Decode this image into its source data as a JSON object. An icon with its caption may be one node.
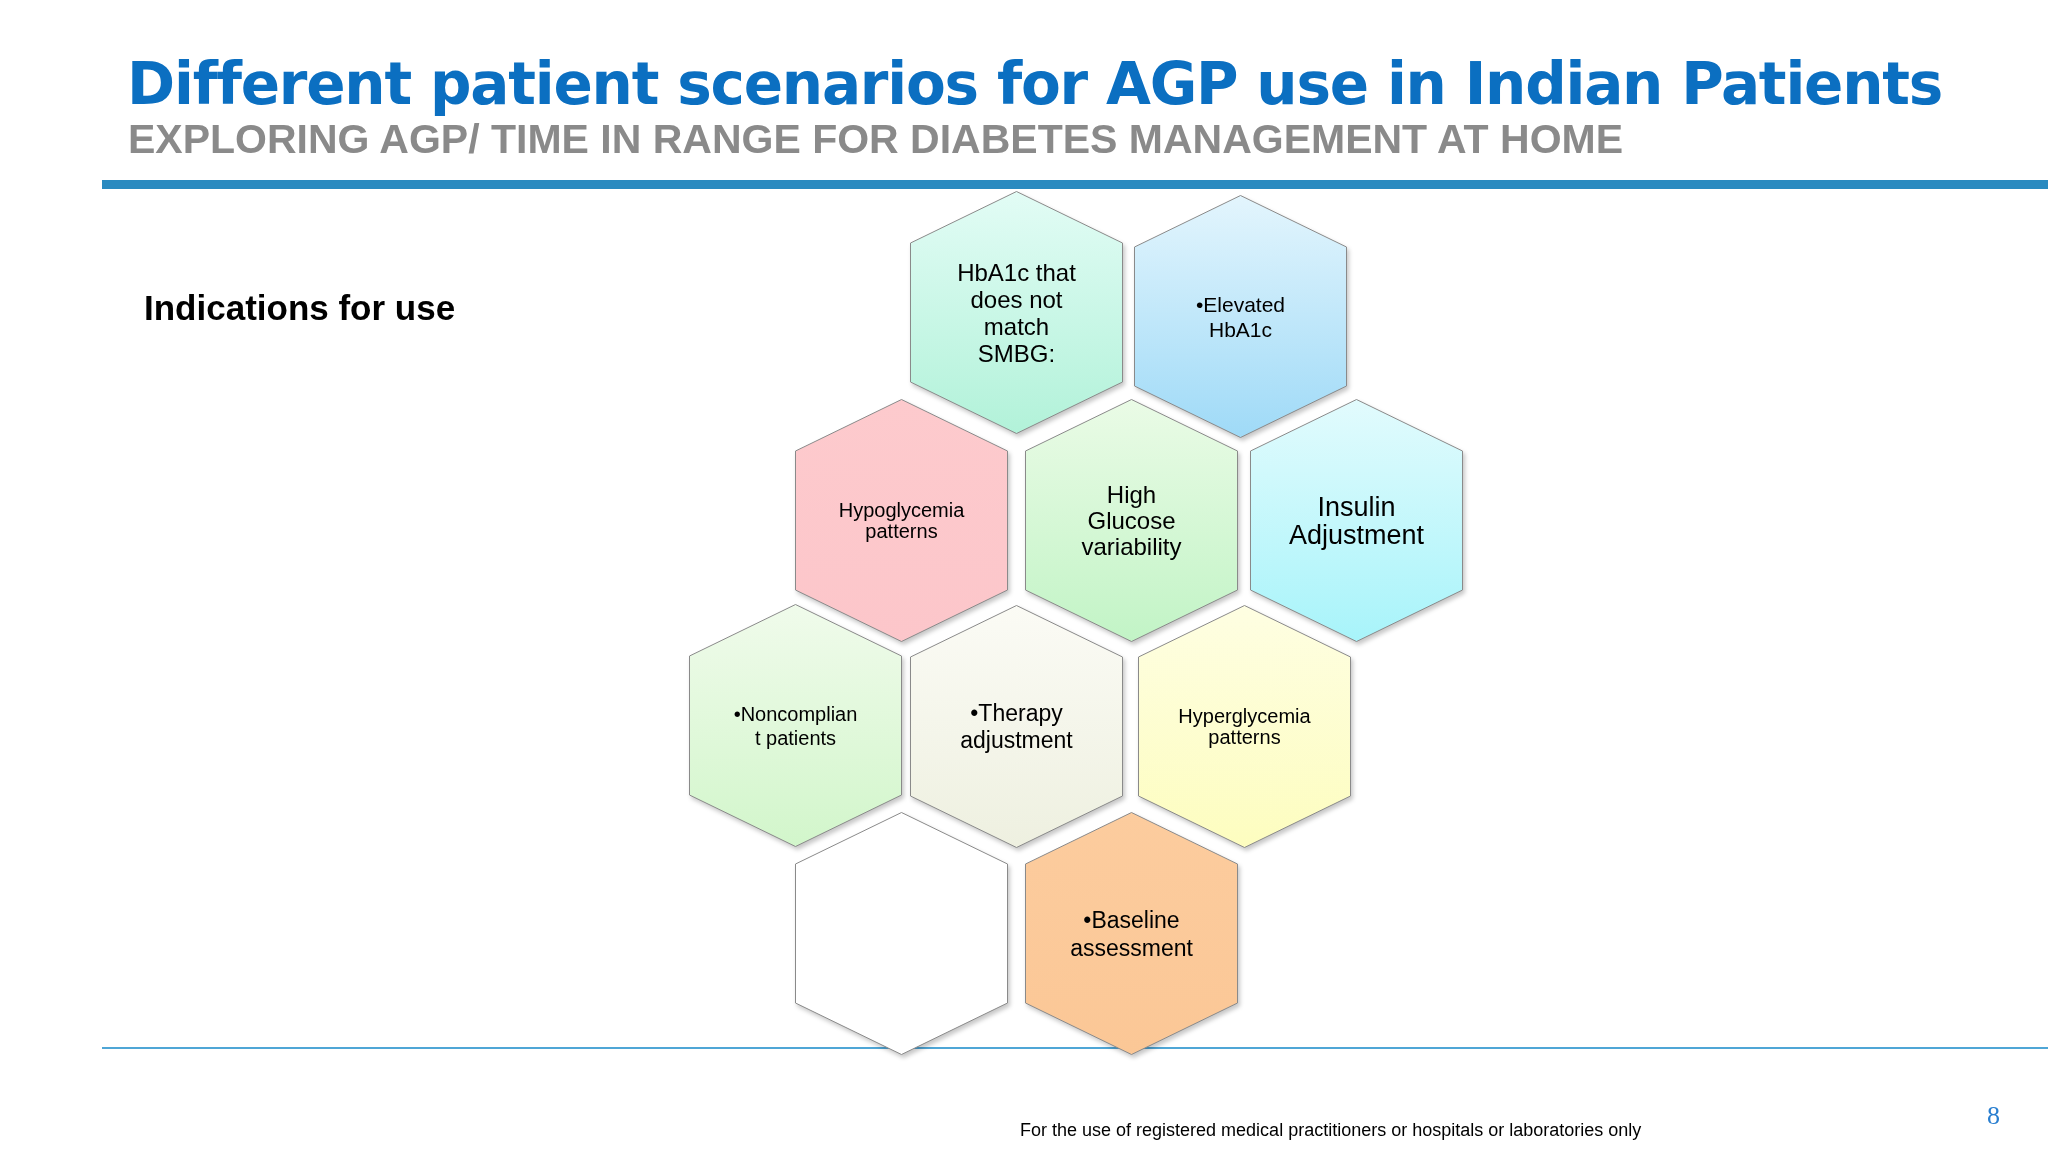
{
  "diagram": {
    "title": "Different patient scenarios for AGP use in Indian Patients",
    "nodes": [
      {
        "text": [
          "HbA1c that does not match SMBG:"
        ]
      },
      {
        "text": [
          "•Elevated HbA1c"
        ]
      },
      {
        "text": [
          "Hypoglycemia patterns"
        ]
      },
      {
        "text": [
          "High Glucose variability"
        ]
      },
      {
        "text": [
          "Insulin Adjustment"
        ]
      },
      {
        "text": [
          "•Noncompliant patients"
        ]
      },
      {
        "text": [
          "•Therapy adjustment"
        ]
      },
      {
        "text": [
          "Hyperglycemia patterns"
        ]
      },
      {
        "text": [],
        "shape": "hexagon"
      },
      {
        "text": [
          "•Baseline assessment"
        ]
      }
    ],
    "labels": [
      "EXPLORING AGP/ TIME IN RANGE FOR DIABETES MANAGEMENT AT HOME",
      "Indications for use",
      "For the use of registered medical practitioners or hospitals or laboratories only",
      "8"
    ]
  }
}
